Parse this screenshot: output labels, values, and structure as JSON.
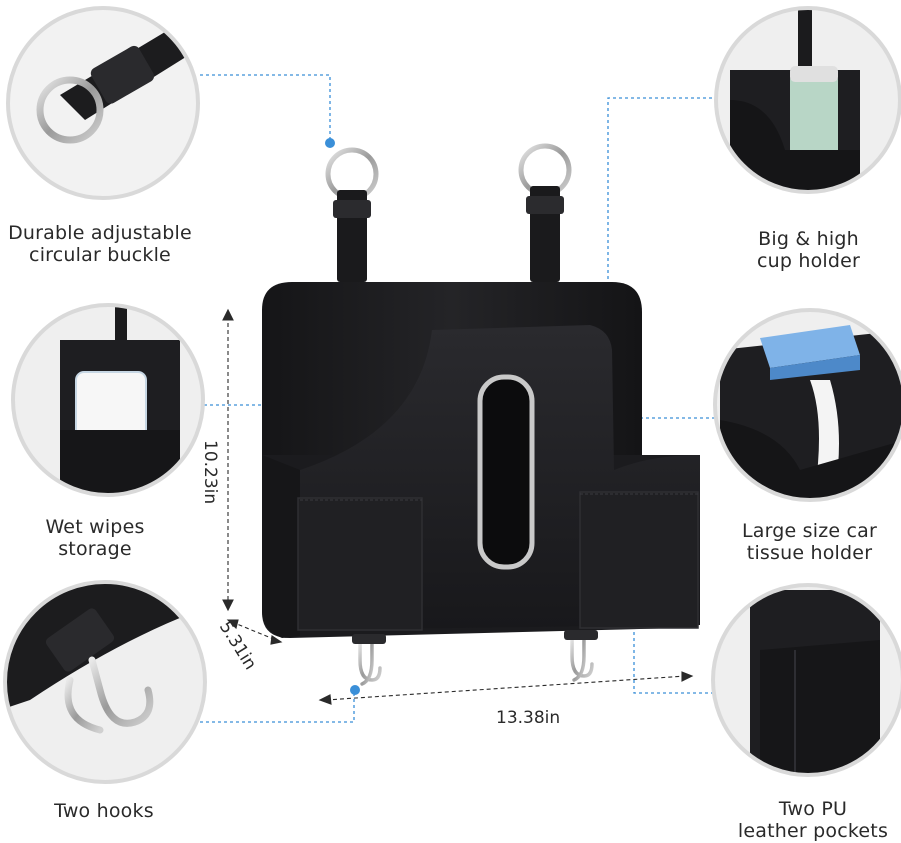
{
  "features": {
    "buckle": "Durable adjustable\ncircular buckle",
    "wipes": "Wet wipes\nstorage",
    "hooks": "Two hooks",
    "cup": "Big & high\ncup holder",
    "tissue": "Large size car\ntissue holder",
    "pockets": "Two PU\nleather pockets"
  },
  "dimensions": {
    "height": "10.23in",
    "depth": "5.31in",
    "width": "13.38in"
  },
  "colors": {
    "accent": "#3a8fd8",
    "product": "#1d1d1f",
    "circle_border": "#d9d9d9",
    "metal": "#b8b8b8"
  }
}
